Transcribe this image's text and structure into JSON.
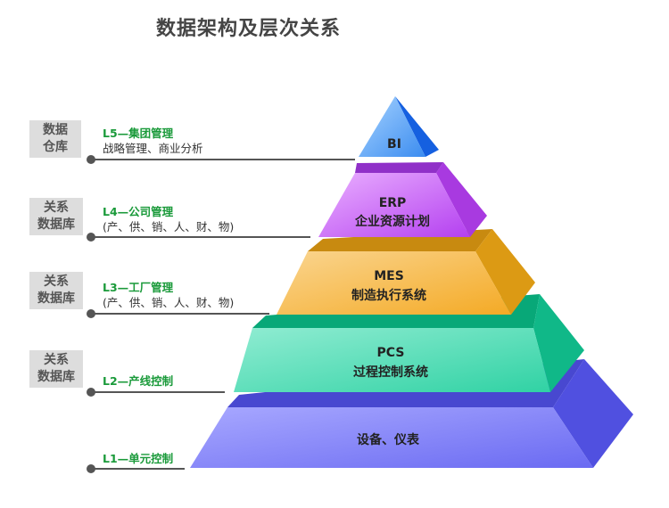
{
  "title": "数据架构及层次关系",
  "storage": [
    {
      "line1": "数据",
      "line2": "仓库"
    },
    {
      "line1": "关系",
      "line2": "数据库"
    },
    {
      "line1": "关系",
      "line2": "数据库"
    },
    {
      "line1": "关系",
      "line2": "数据库"
    }
  ],
  "levels": [
    {
      "heading": "L5—集团管理",
      "sub": "战略管理、商业分析"
    },
    {
      "heading": "L4—公司管理",
      "sub": "(产、供、销、人、财、物)"
    },
    {
      "heading": "L3—工厂管理",
      "sub": "(产、供、销、人、财、物)"
    },
    {
      "heading": "L2—产线控制"
    },
    {
      "heading": "L1—单元控制"
    }
  ],
  "pyramid": [
    {
      "name": "BI",
      "color": "#3b8cf0"
    },
    {
      "name": "ERP",
      "desc": "企业资源计划",
      "color": "#c060f0"
    },
    {
      "name": "MES",
      "desc": "制造执行系统",
      "color": "#f0b030"
    },
    {
      "name": "PCS",
      "desc": "过程控制系统",
      "color": "#30d0a0"
    },
    {
      "name": "设备、仪表",
      "color": "#7070f0"
    }
  ]
}
